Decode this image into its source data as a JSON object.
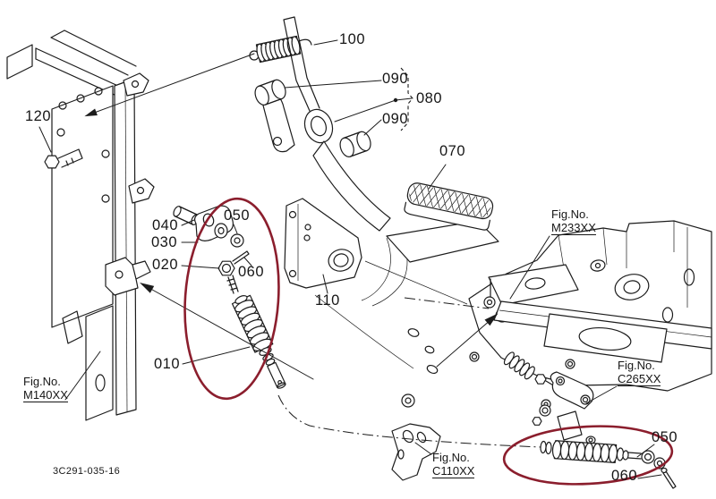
{
  "colors": {
    "line": "#1c1c1c",
    "highlight": "#8b1e2d"
  },
  "drawing_number": "3C291-035-16",
  "parts": {
    "p010": "010",
    "p020": "020",
    "p030": "030",
    "p040": "040",
    "p050": "050",
    "p060": "060",
    "p070": "070",
    "p080": "080",
    "p090": "090",
    "p100": "100",
    "p110": "110",
    "p120": "120"
  },
  "figures": {
    "label": "Fig.No.",
    "m140": "M140XX",
    "m233": "M233XX",
    "c265": "C265XX",
    "c110": "C110XX"
  }
}
